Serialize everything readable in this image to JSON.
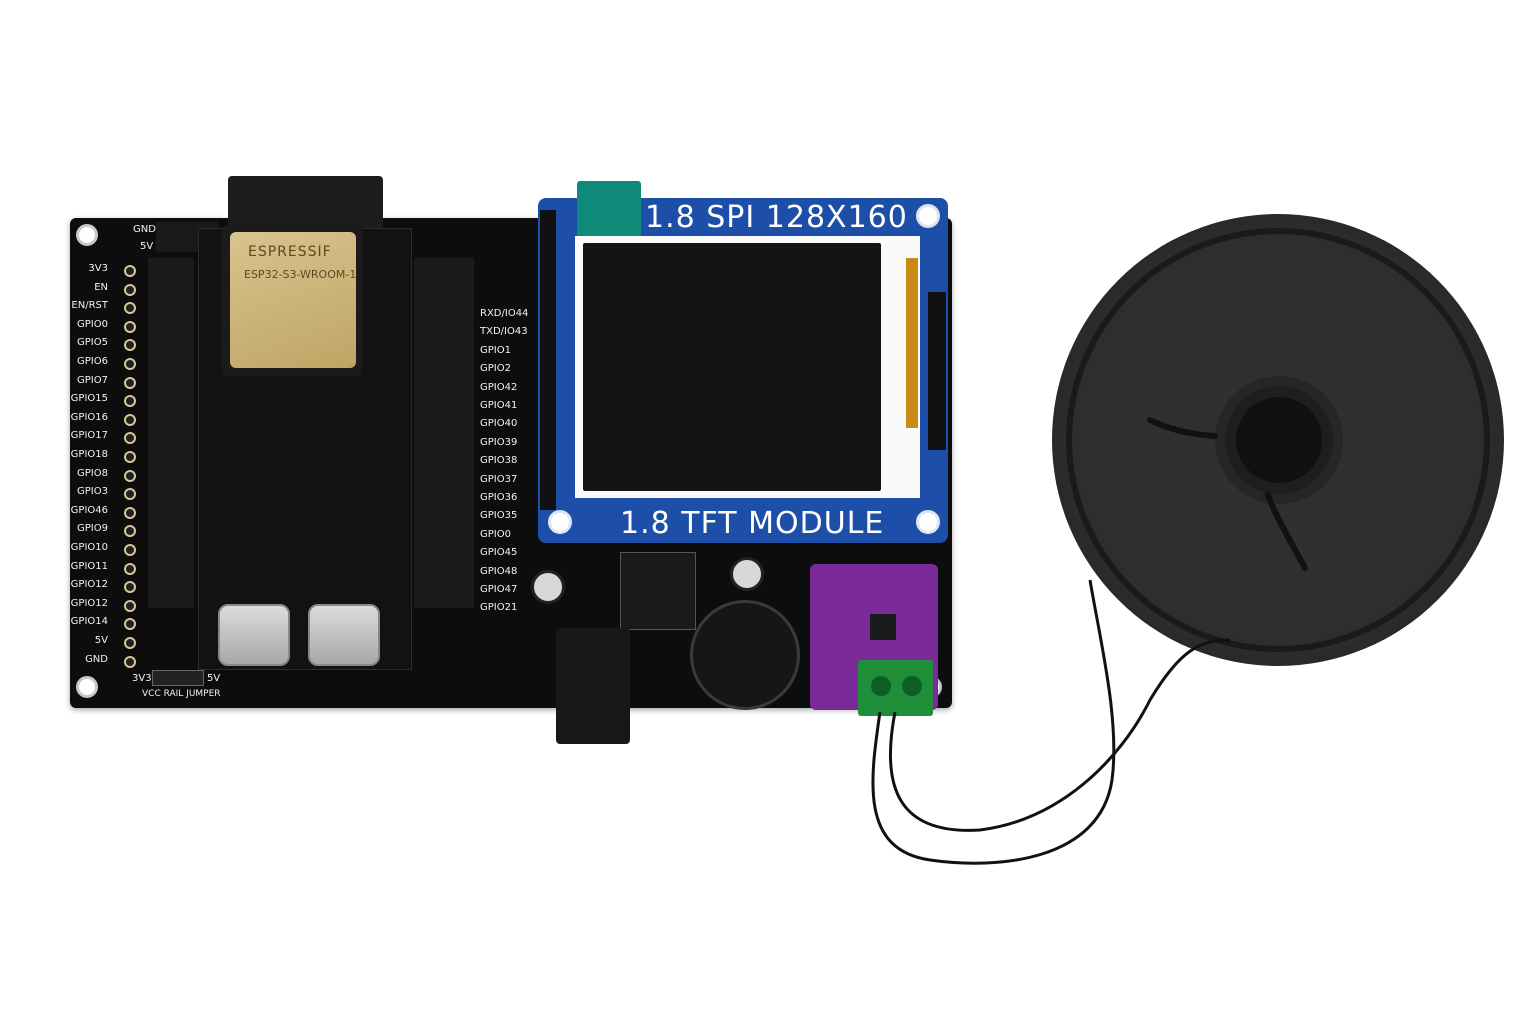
{
  "pcb": {
    "left_labels": [
      "3V3",
      "EN",
      "EN/RST",
      "GPIO0",
      "GPIO5",
      "GPIO6",
      "GPIO7",
      "GPIO15",
      "GPIO16",
      "GPIO17",
      "GPIO18",
      "GPIO8",
      "GPIO3",
      "GPIO46",
      "GPIO9",
      "GPIO10",
      "GPIO11",
      "GPIO12",
      "GPIO12",
      "GPIO14",
      "5V",
      "GND"
    ],
    "right_labels": [
      "RXD/IO44",
      "TXD/IO43",
      "GPIO1",
      "GPIO2",
      "GPIO42",
      "GPIO41",
      "GPIO40",
      "GPIO39",
      "GPIO38",
      "GPIO37",
      "GPIO36",
      "GPIO35",
      "GPIO0",
      "GPIO45",
      "GPIO48",
      "GPIO47",
      "GPIO21"
    ],
    "top_left_labels": [
      "GND",
      "5V"
    ],
    "jumper_labels": {
      "left": "3V3",
      "right": "5V",
      "caption": "VCC RAIL JUMPER"
    }
  },
  "module": {
    "brand": "ESPRESSIF",
    "model": "ESP32-S3-WROOM-1"
  },
  "tft": {
    "top_text": "1.8 SPI 128X160",
    "bottom_text": "1.8 TFT MODULE"
  }
}
